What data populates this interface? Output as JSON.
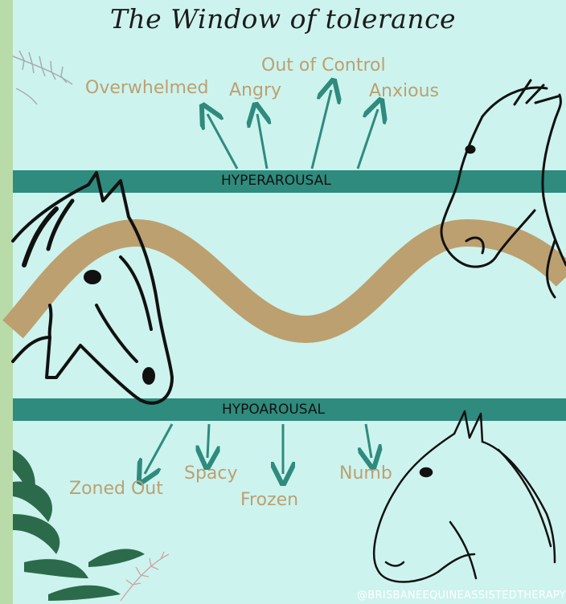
{
  "title": "The Window of tolerance",
  "hyperarousal": {
    "label": "HYPERAROUSAL",
    "states": [
      "Overwhelmed",
      "Angry",
      "Out of Control",
      "Anxious"
    ]
  },
  "hypoarousal": {
    "label": "HYPOAROUSAL",
    "states": [
      "Zoned Out",
      "Spacy",
      "Frozen",
      "Numb"
    ]
  },
  "credit": "@BRISBANEEQUINEASSISTEDTHERAPY",
  "colors": {
    "background_panel": "#cdf3ee",
    "outer_border": "#b8dba9",
    "band": "#2e8b7e",
    "arrow": "#2e8b7e",
    "wave": "#bca070",
    "state_text": "#bca070"
  },
  "icons": [
    "horse-head-left-icon",
    "horse-head-right-icon",
    "horse-head-bottom-icon",
    "leaf-sprig-icon",
    "fern-leaves-icon",
    "flower-sprig-icon"
  ]
}
